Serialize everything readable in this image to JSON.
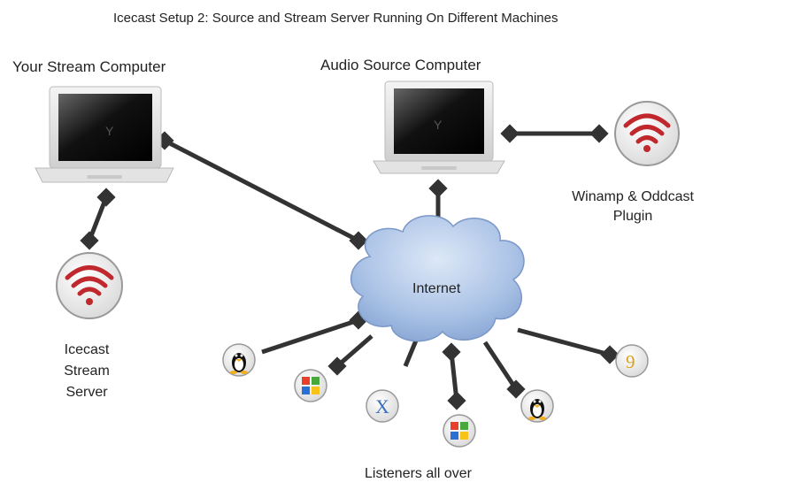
{
  "title": "Icecast Setup 2:  Source and Stream Server Running On Different Machines",
  "nodes": {
    "stream_computer": {
      "label": "Your Stream Computer"
    },
    "audio_source_computer": {
      "label": "Audio Source Computer"
    },
    "winamp_plugin": {
      "label_line1": "Winamp & Oddcast",
      "label_line2": "Plugin"
    },
    "icecast_server": {
      "label_line1": "Icecast",
      "label_line2": "Stream",
      "label_line3": "Server"
    },
    "internet": {
      "label": "Internet"
    },
    "listeners": {
      "label": "Listeners all over"
    }
  },
  "listener_icons": [
    "linux-penguin",
    "windows-logo",
    "mac-os-x-logo",
    "windows-logo",
    "linux-penguin",
    "os9-logo"
  ],
  "os9_glyph": "9",
  "macx_glyph": "X",
  "screen_glyph": "Y",
  "colors": {
    "wifi_red": "#c0282d",
    "cloud": "#a9c2e6",
    "connector": "#333333"
  }
}
